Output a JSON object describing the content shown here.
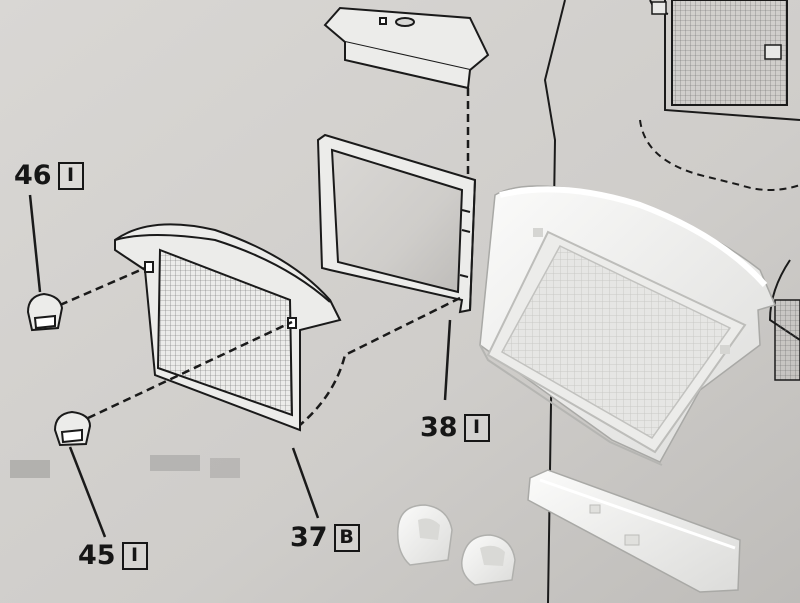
{
  "callouts": [
    {
      "id": "p46",
      "number": "46",
      "letter": "I"
    },
    {
      "id": "p45",
      "number": "45",
      "letter": "I"
    },
    {
      "id": "p37",
      "number": "37",
      "letter": "B"
    },
    {
      "id": "p38",
      "number": "38",
      "letter": "I"
    }
  ],
  "colors": {
    "paper": "#d2d0cd",
    "ink": "#161616",
    "plastic": "#f2f2f0"
  }
}
